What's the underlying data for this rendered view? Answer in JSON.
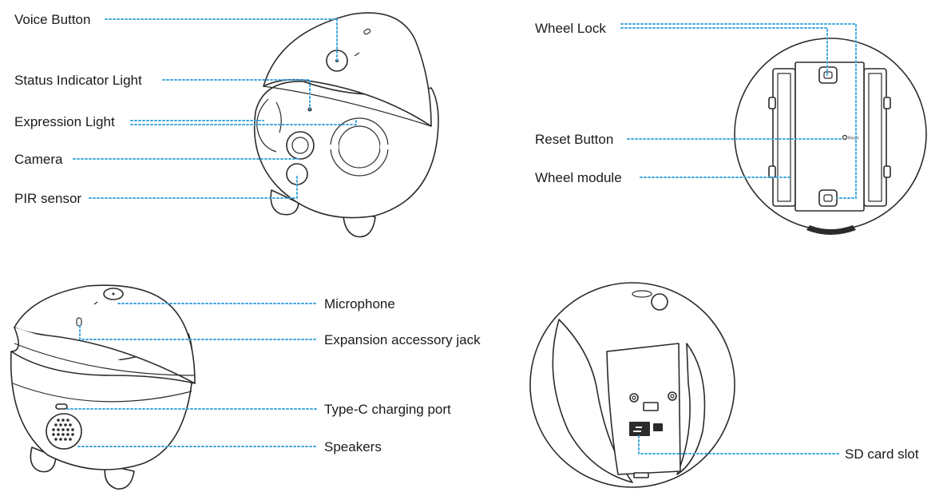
{
  "callouts": {
    "front_view": {
      "voice_button": "Voice Button",
      "status_indicator_light": "Status Indicator Light",
      "expression_light": "Expression Light",
      "camera": "Camera",
      "pir_sensor": "PIR sensor"
    },
    "bottom_view": {
      "wheel_lock": "Wheel Lock",
      "reset_button": "Reset Button",
      "wheel_module": "Wheel module",
      "reset_marking": "Reset"
    },
    "back_view": {
      "microphone": "Microphone",
      "expansion_accessory_jack": "Expansion accessory jack",
      "type_c_charging_port": "Type-C charging port",
      "speakers": "Speakers"
    },
    "underside_view": {
      "sd_card_slot": "SD card slot"
    }
  },
  "colors": {
    "leader_line": "#3fa7df",
    "outline": "#2b2b2b",
    "label_text": "#1a1a1a",
    "background": "#ffffff"
  }
}
